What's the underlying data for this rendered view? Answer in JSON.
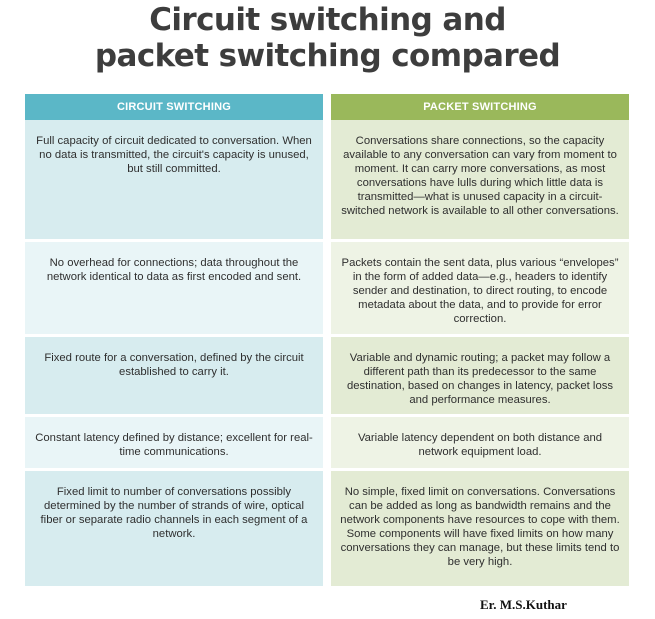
{
  "title": {
    "line1": "Circuit switching and",
    "line2": "packet switching compared"
  },
  "table": {
    "left_header": "CIRCUIT SWITCHING",
    "right_header": "PACKET SWITCHING",
    "rows": [
      {
        "circuit": "Full capacity of circuit dedicated to conversation. When no data is transmitted, the circuit's capacity is unused, but still committed.",
        "packet": "Conversations share connections, so the capacity available to any conversation can vary from moment to moment. It can carry more conversations, as most conversations have lulls during which little data is transmitted—what is unused capacity in a circuit-switched network is available to all other conversations."
      },
      {
        "circuit": "No overhead for connections; data throughout the network identical to data as first encoded and sent.",
        "packet": "Packets contain the sent data, plus various “envelopes” in the form of added data—e.g., headers to identify sender and destination, to direct routing, to encode metadata about the data, and to provide for error correction."
      },
      {
        "circuit": "Fixed route for a conversation, defined by the circuit established to carry it.",
        "packet": "Variable and dynamic routing; a packet may follow a different path than its predecessor to the same destination, based on changes in latency, packet loss and performance measures."
      },
      {
        "circuit": "Constant latency defined by distance; excellent for real-time communications.",
        "packet": "Variable latency dependent on both distance and network equipment load."
      },
      {
        "circuit": "Fixed limit to number of conversations possibly determined by the number of strands of wire, optical fiber or separate radio channels in each segment of a network.",
        "packet": "No simple, fixed limit on conversations. Conversations can be added as long as bandwidth remains and the network components have resources to cope with them. Some components will have fixed limits on how many conversations they can manage, but these limits tend to be very high."
      }
    ]
  },
  "signature": "Er. M.S.Kuthar",
  "colors": {
    "circuit_header": "#5bb7c7",
    "packet_header": "#9ab85b",
    "circuit_cell_dark": "#d7ecef",
    "circuit_cell_light": "#e9f5f7",
    "packet_cell_dark": "#e3ebd4",
    "packet_cell_light": "#eef3e5",
    "title_text": "#3d3d3d"
  }
}
